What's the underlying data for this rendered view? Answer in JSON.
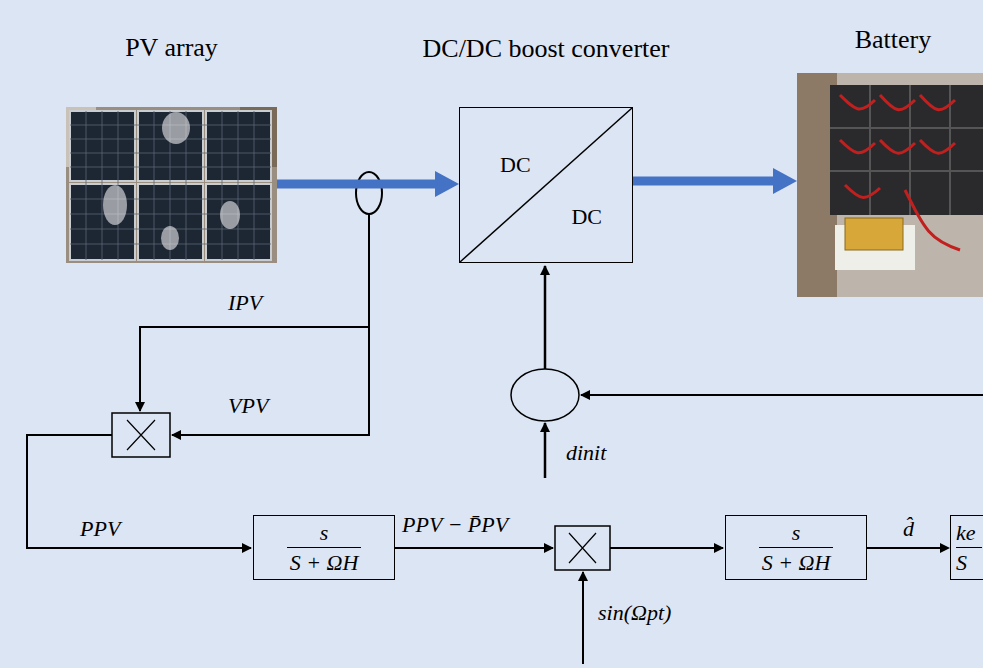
{
  "diagram": {
    "nodes": [
      {
        "text": [
          "PV array"
        ]
      },
      {
        "text": [
          "DC/DC boost converter",
          "DC",
          "DC"
        ]
      },
      {
        "text": [
          "Battery"
        ]
      },
      {
        "text": [
          "s",
          "S + ΩH"
        ]
      },
      {
        "text": [
          "s",
          "S + ΩH"
        ]
      },
      {
        "text": [
          "ke",
          "S"
        ]
      }
    ],
    "edges": [
      {
        "from": 0,
        "to": 1,
        "arrow": "to"
      },
      {
        "from": 1,
        "to": 2,
        "arrow": "to"
      },
      {
        "from": 4,
        "to": 5,
        "label": "d̂",
        "arrow": "to"
      }
    ],
    "labels": [
      "IPV",
      "VPV",
      "PPV",
      "PPV − P̄PV",
      "sin(Ωpt)",
      "dinit"
    ]
  }
}
